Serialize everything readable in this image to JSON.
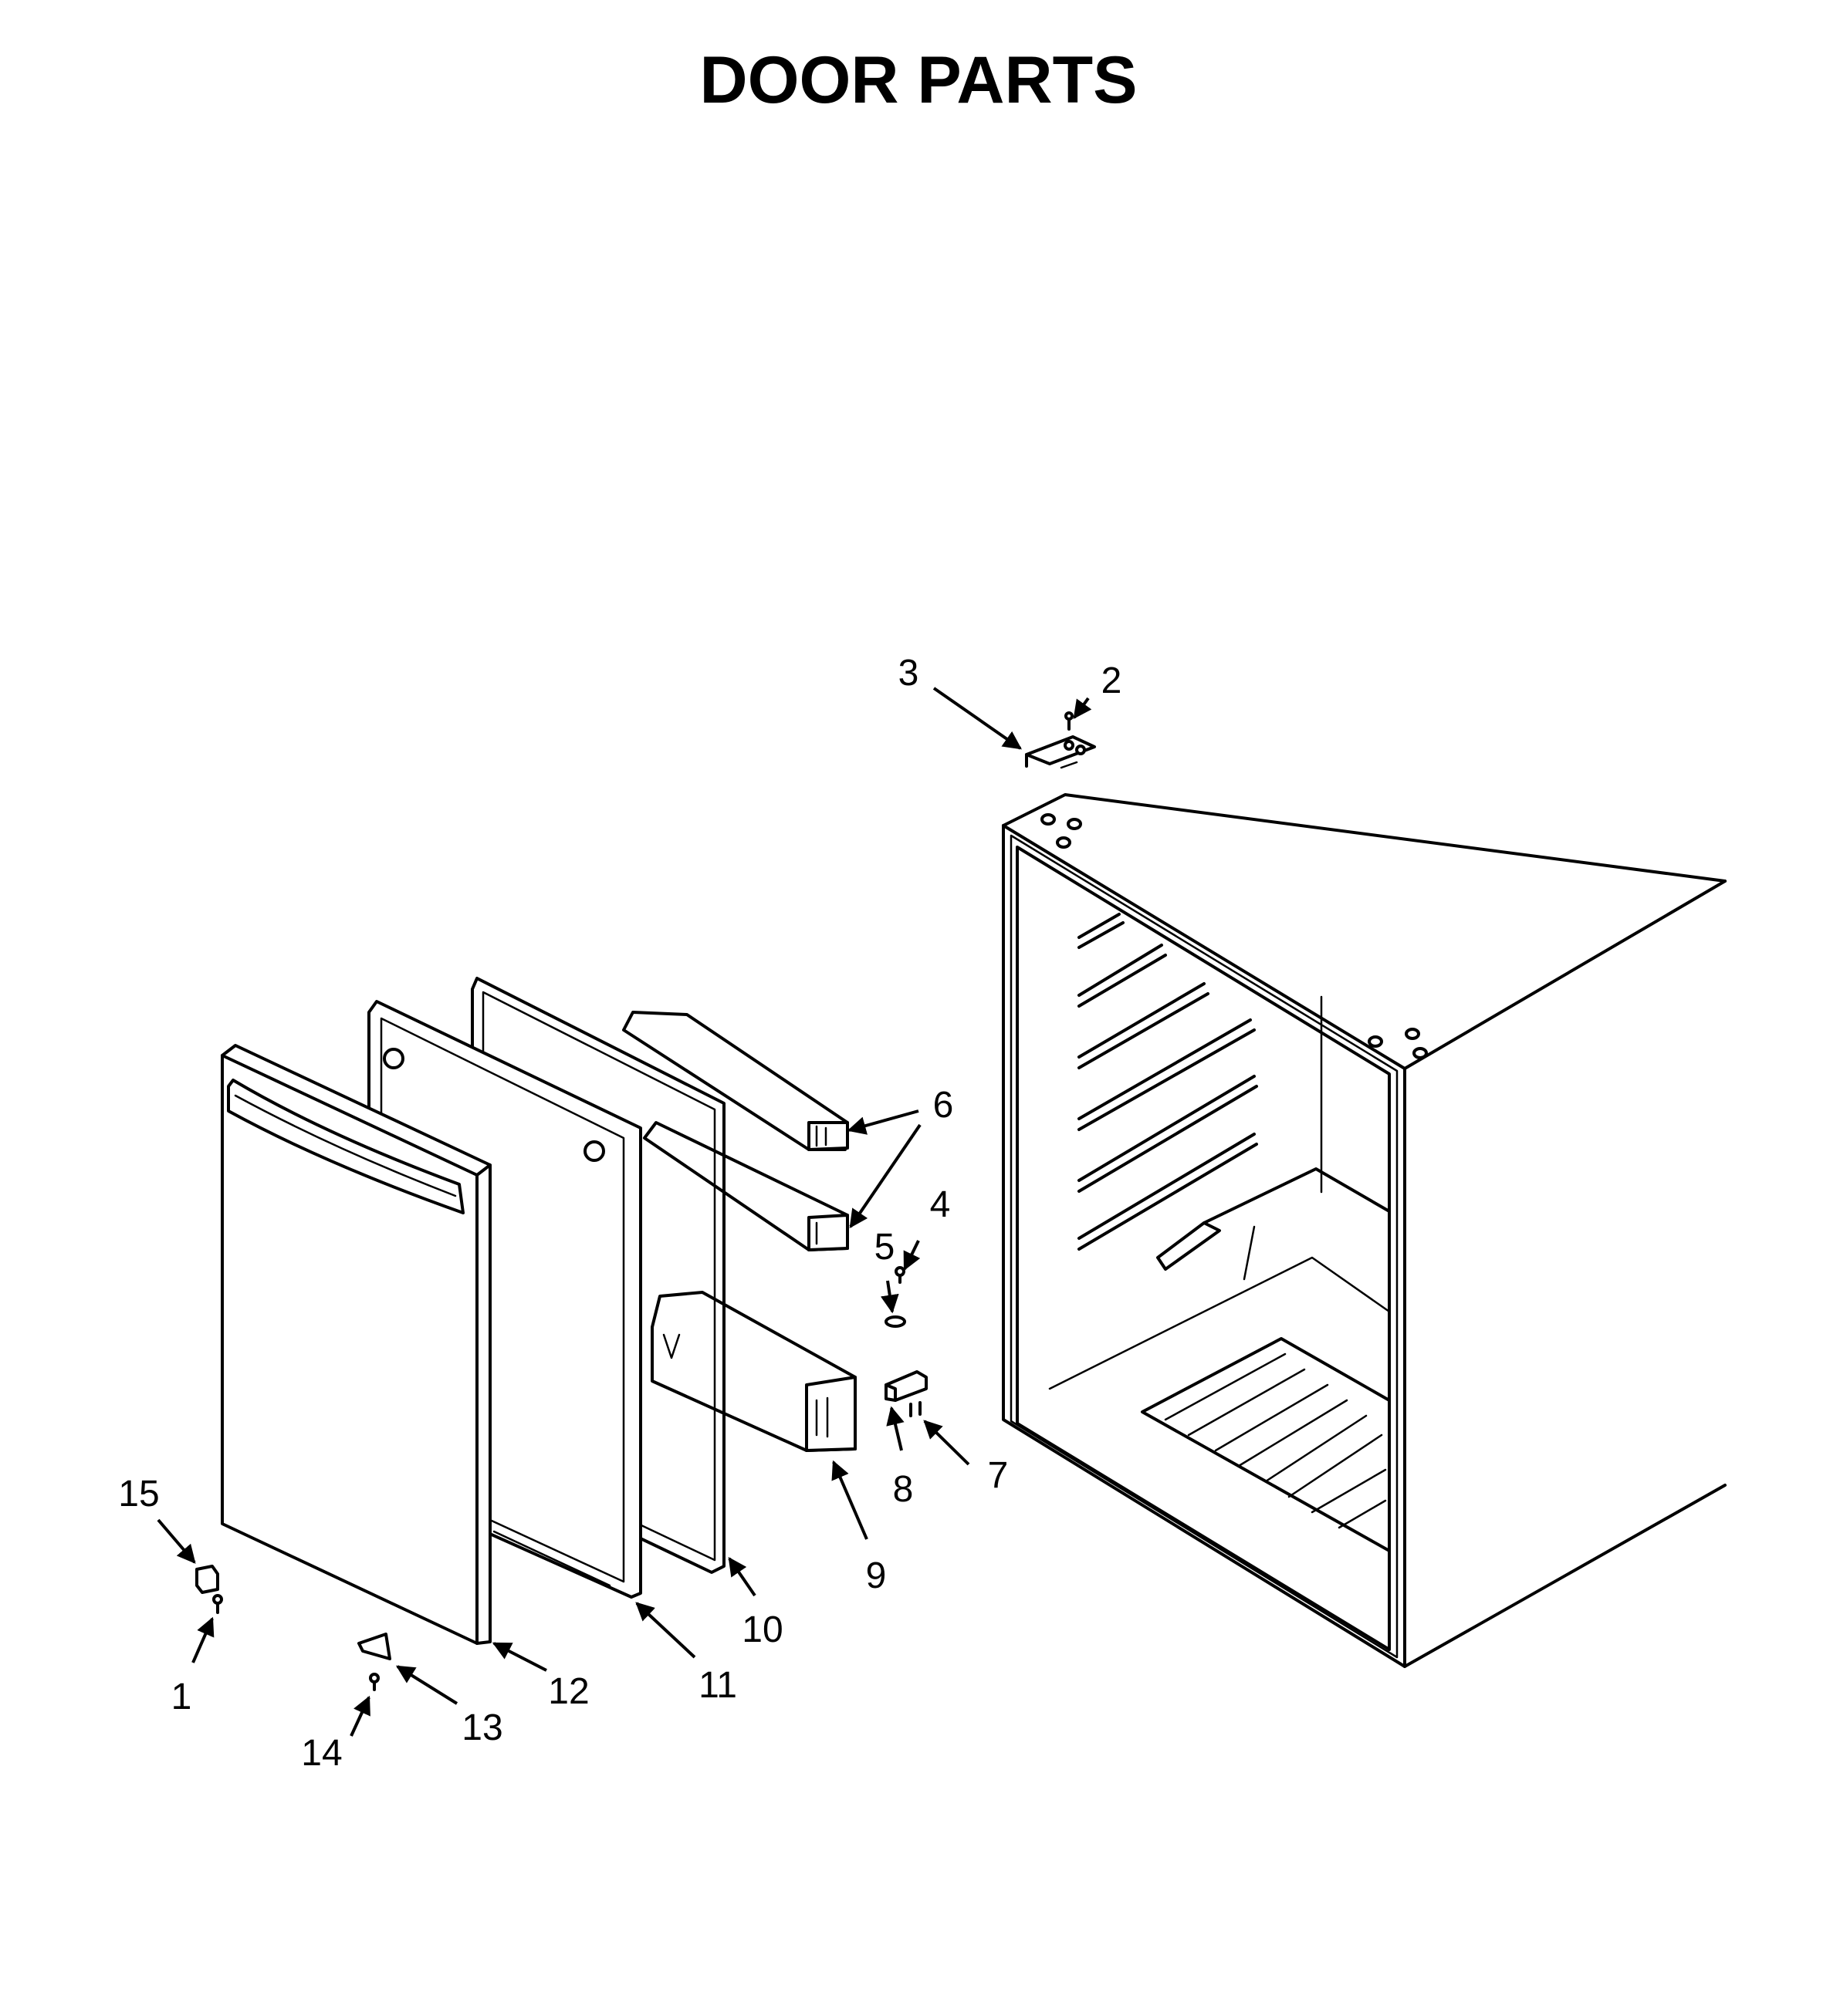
{
  "title": "DOOR PARTS",
  "callouts": [
    {
      "id": "1",
      "label": "1"
    },
    {
      "id": "2",
      "label": "2"
    },
    {
      "id": "3",
      "label": "3"
    },
    {
      "id": "4",
      "label": "4"
    },
    {
      "id": "5",
      "label": "5"
    },
    {
      "id": "6",
      "label": "6"
    },
    {
      "id": "7",
      "label": "7"
    },
    {
      "id": "8",
      "label": "8"
    },
    {
      "id": "9",
      "label": "9"
    },
    {
      "id": "10",
      "label": "10"
    },
    {
      "id": "11",
      "label": "11"
    },
    {
      "id": "12",
      "label": "12"
    },
    {
      "id": "13",
      "label": "13"
    },
    {
      "id": "14",
      "label": "14"
    },
    {
      "id": "15",
      "label": "15"
    }
  ]
}
